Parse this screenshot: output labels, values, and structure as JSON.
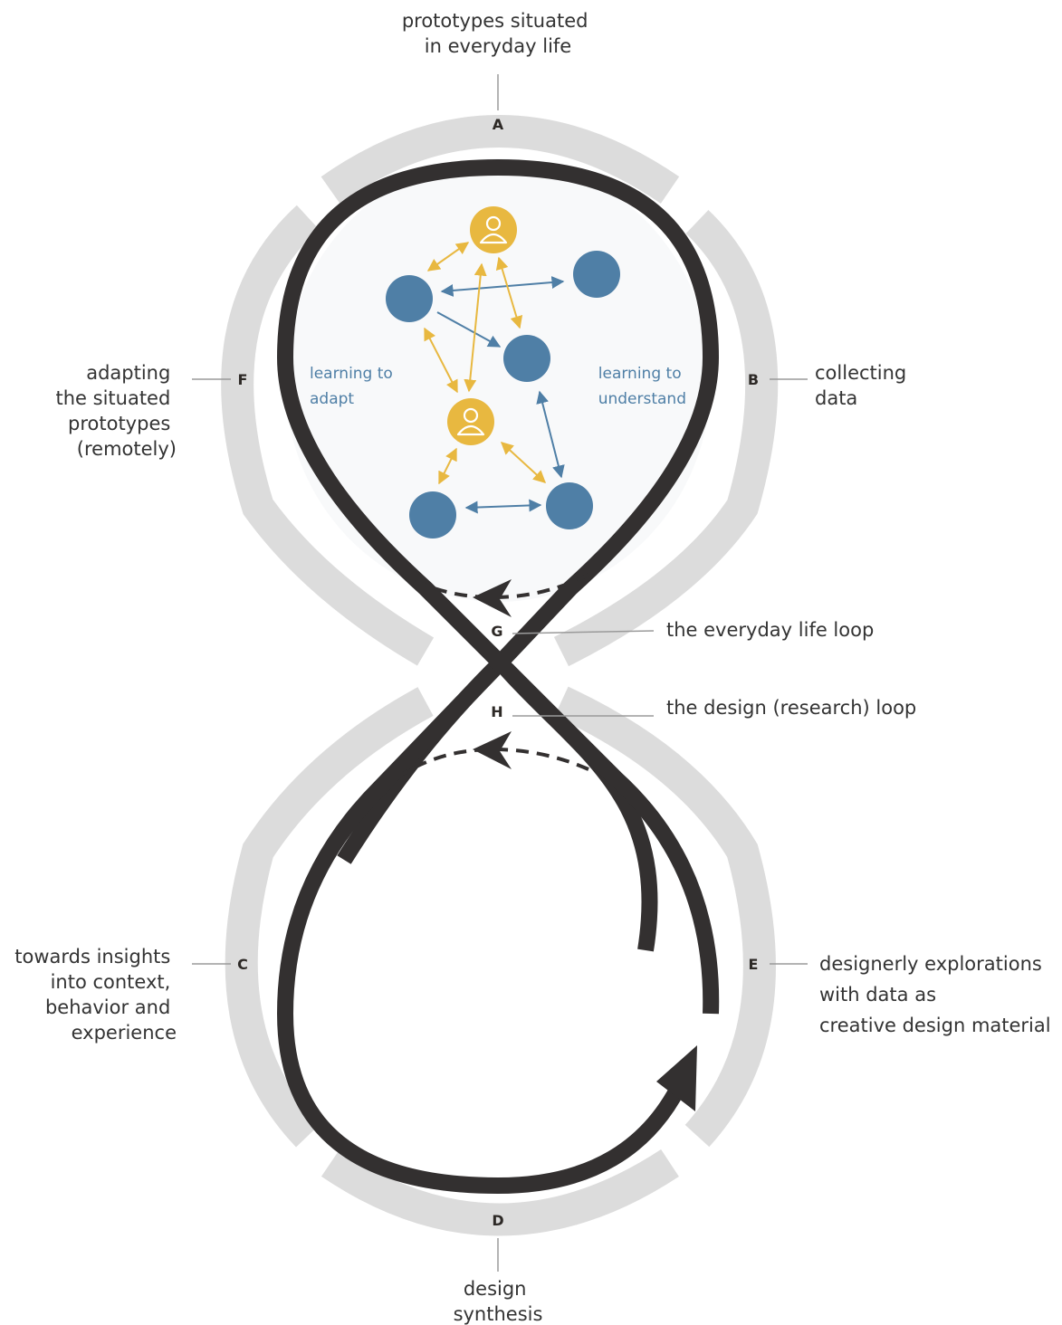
{
  "colors": {
    "loop": "#333030",
    "band": "#dcdcdc",
    "node_blue": "#4f7fa6",
    "node_yellow": "#e8b840",
    "text": "#333333"
  },
  "stages": {
    "A": {
      "letter": "A",
      "label_lines": [
        "prototypes situated",
        "in everyday life"
      ]
    },
    "B": {
      "letter": "B",
      "label_lines": [
        "collecting",
        "data"
      ]
    },
    "C": {
      "letter": "C",
      "label_lines": [
        "towards insights",
        "into context,",
        "behavior and",
        "experience"
      ]
    },
    "D": {
      "letter": "D",
      "label_lines": [
        "design",
        "synthesis"
      ]
    },
    "E": {
      "letter": "E",
      "label_lines": [
        "designerly explorations",
        "with data as",
        "creative design material"
      ]
    },
    "F": {
      "letter": "F",
      "label_lines": [
        "adapting",
        "the situated",
        "prototypes",
        "(remotely)"
      ]
    },
    "G": {
      "letter": "G",
      "label": "the everyday life loop"
    },
    "H": {
      "letter": "H",
      "label": "the design (research) loop"
    }
  },
  "inner": {
    "left_lines": [
      "learning to",
      "adapt"
    ],
    "right_lines": [
      "learning to",
      "understand"
    ],
    "icons": {
      "person": "person-icon",
      "node": "circle-node"
    }
  }
}
